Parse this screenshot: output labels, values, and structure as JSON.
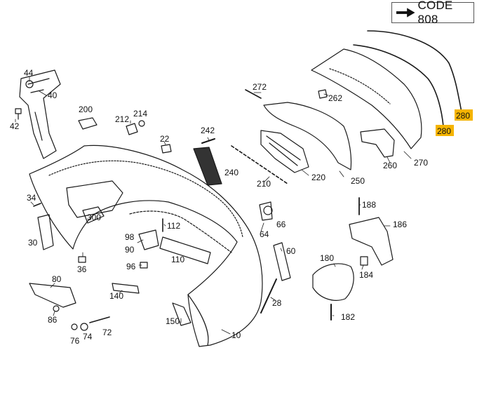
{
  "header": {
    "code_label": "CODE 808"
  },
  "colors": {
    "highlight": "#f5b400",
    "line": "#1a1a1a"
  },
  "callouts": {
    "p44": "44",
    "p40": "40",
    "p42": "42",
    "p200": "200",
    "p212": "212",
    "p214": "214",
    "p22": "22",
    "p242": "242",
    "p240": "240",
    "p272": "272",
    "p262": "262",
    "p280a": "280",
    "p280b": "280",
    "p270": "270",
    "p260": "260",
    "p250": "250",
    "p220": "220",
    "p210": "210",
    "p34": "34",
    "p300": "300",
    "p30": "30",
    "p36": "36",
    "p98": "98",
    "p90": "90",
    "p112": "112",
    "p110": "110",
    "p96": "96",
    "p64": "64",
    "p66": "66",
    "p60": "60",
    "p188": "188",
    "p186": "186",
    "p180": "180",
    "p184": "184",
    "p80": "80",
    "p140": "140",
    "p86": "86",
    "p76": "76",
    "p74": "74",
    "p72": "72",
    "p150": "150",
    "p28": "28",
    "p182": "182",
    "p10": "10"
  }
}
